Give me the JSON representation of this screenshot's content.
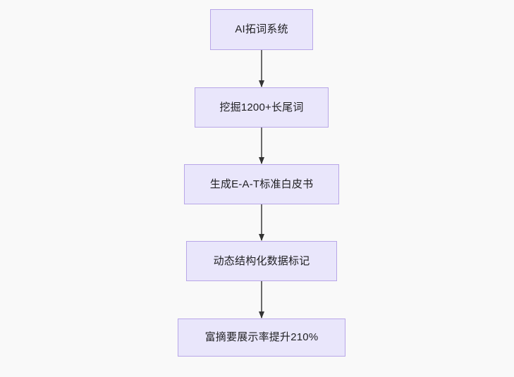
{
  "diagram": {
    "type": "flowchart",
    "direction": "top-to-bottom",
    "background_color": "#f9f9f9",
    "node_fill_color": "#e9e6fb",
    "node_border_color": "#b8a6e8",
    "node_text_color": "#1f1f22",
    "edge_color": "#6b6b6b",
    "arrowhead_color": "#333333",
    "nodes": [
      {
        "id": "node-0",
        "label": "AI拓词系统"
      },
      {
        "id": "node-1",
        "label": "挖掘1200+长尾词"
      },
      {
        "id": "node-2",
        "label": "生成E-A-T标准白皮书"
      },
      {
        "id": "node-3",
        "label": "动态结构化数据标记"
      },
      {
        "id": "node-4",
        "label": "富摘要展示率提升210%"
      }
    ],
    "edges": [
      {
        "id": "edge-0",
        "from": "node-0",
        "to": "node-1",
        "label": ""
      },
      {
        "id": "edge-1",
        "from": "node-1",
        "to": "node-2",
        "label": ""
      },
      {
        "id": "edge-2",
        "from": "node-2",
        "to": "node-3",
        "label": ""
      },
      {
        "id": "edge-3",
        "from": "node-3",
        "to": "node-4",
        "label": ""
      }
    ]
  }
}
